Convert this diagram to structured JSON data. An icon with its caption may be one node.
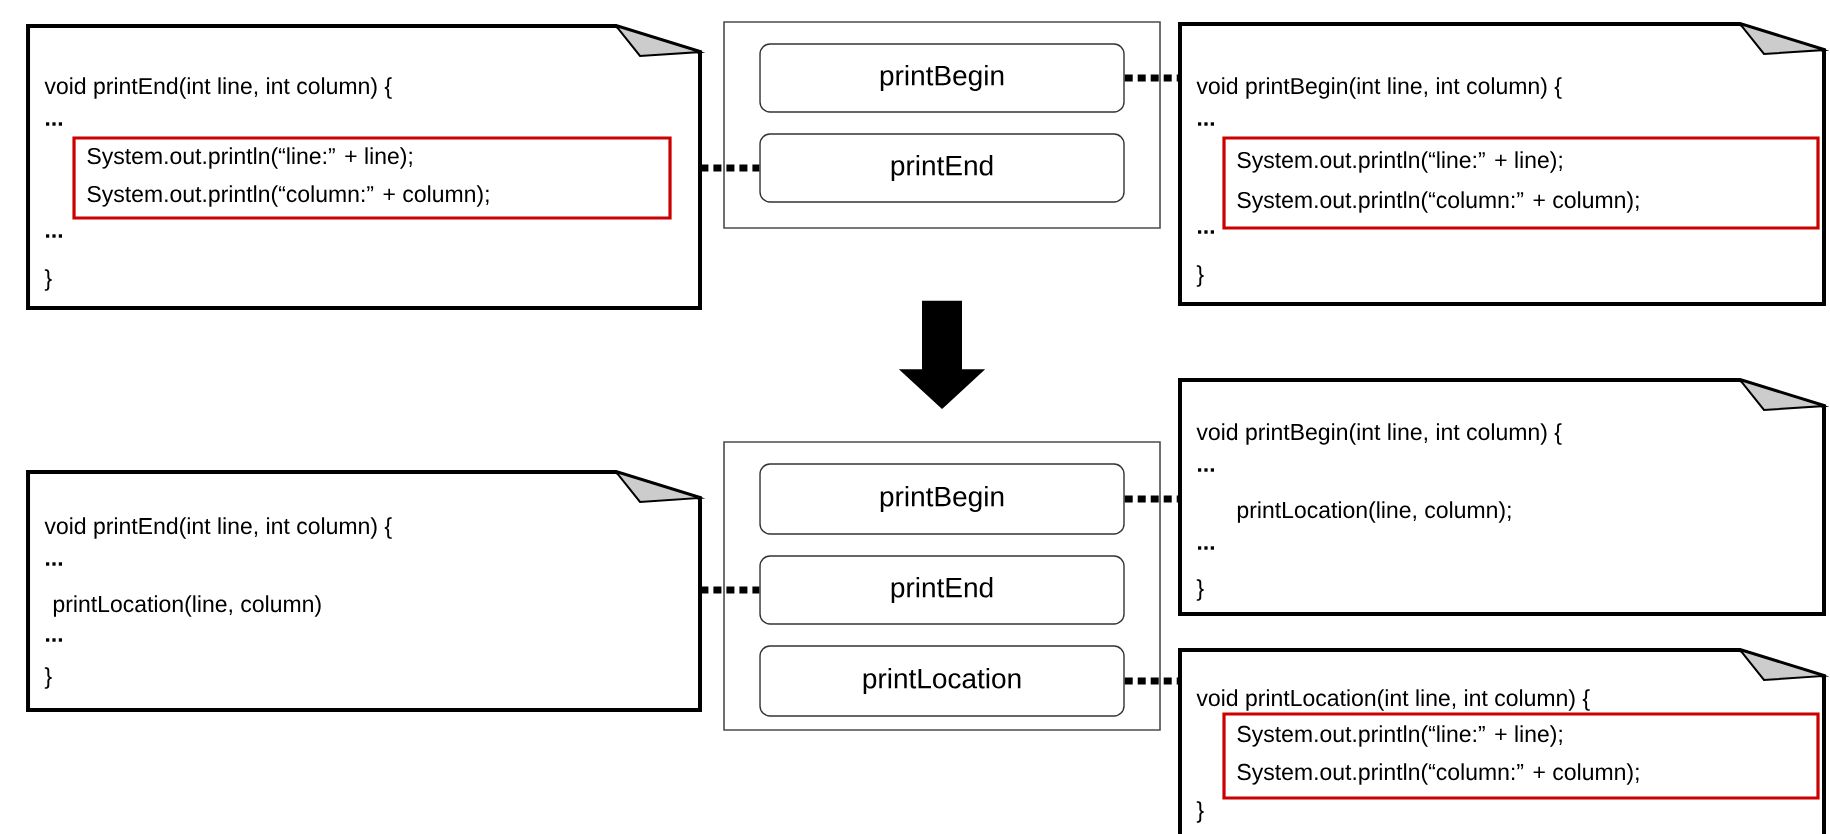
{
  "diagram": {
    "nodes": [
      {
        "text": [],
        "shape": "box"
      },
      {
        "text": [
          "printBegin"
        ],
        "in": 0
      },
      {
        "text": [
          "printEnd"
        ],
        "in": 0
      },
      {
        "text": [
          "void printEnd(int line, int column) {",
          "...",
          "...",
          "}"
        ]
      },
      {
        "text": [
          "System.out.println(“line:” + line);",
          "System.out.println(“column:” + column);"
        ],
        "in": 3
      },
      {
        "text": [
          "void printBegin(int line, int column) {",
          "...",
          "...",
          "}"
        ]
      },
      {
        "text": [
          "System.out.println(“line:” + line);",
          "System.out.println(“column:” + column);"
        ],
        "in": 5
      },
      {
        "text": [],
        "shape": "box"
      },
      {
        "text": [
          "printBegin"
        ],
        "in": 7
      },
      {
        "text": [
          "printEnd"
        ],
        "in": 7
      },
      {
        "text": [
          "printLocation"
        ],
        "in": 7
      },
      {
        "text": [
          "void printEnd(int line, int column) {",
          "...",
          "printLocation(line, column)",
          "...",
          "}"
        ]
      },
      {
        "text": [
          "void printBegin(int line, int column) {",
          "...",
          "printLocation(line, column);",
          "...",
          "}"
        ]
      },
      {
        "text": [
          "void printLocation(int line, int column) {",
          "}"
        ]
      },
      {
        "text": [
          "System.out.println(“line:” + line);",
          "System.out.println(“column:” + column);"
        ],
        "in": 13
      }
    ],
    "edges": [
      {
        "from": 3,
        "to": 2,
        "arrow": "none",
        "style": "dashed"
      },
      {
        "from": 1,
        "to": 5,
        "arrow": "none",
        "style": "dashed"
      },
      {
        "from": 0,
        "to": 7,
        "arrow": "to",
        "style": "thick"
      },
      {
        "from": 11,
        "to": 9,
        "arrow": "none",
        "style": "dashed"
      },
      {
        "from": 8,
        "to": 12,
        "arrow": "none",
        "style": "dashed"
      },
      {
        "from": 10,
        "to": 13,
        "arrow": "none",
        "style": "dashed"
      }
    ]
  }
}
